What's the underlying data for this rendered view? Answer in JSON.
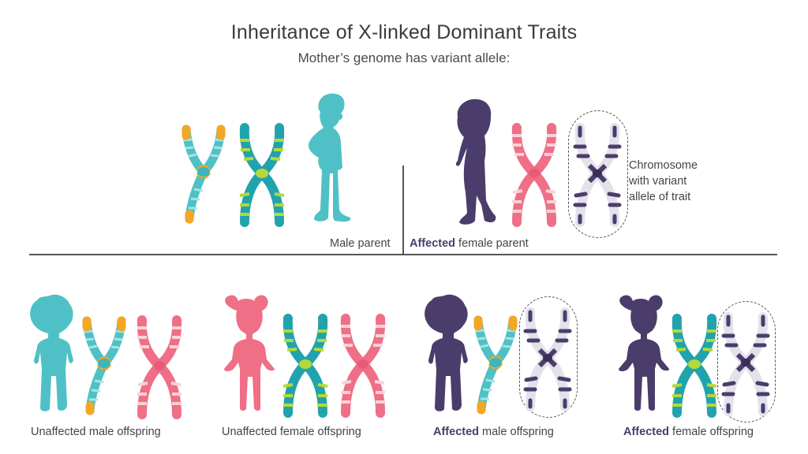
{
  "header": {
    "title": "Inheritance of X-linked Dominant Traits",
    "subtitle": "Mother’s genome has variant allele:"
  },
  "parents": {
    "male": {
      "label": "Male parent",
      "chromosomes": [
        "Y",
        "X"
      ],
      "silhouette": "man-silhouette"
    },
    "female": {
      "label_bold": "Affected",
      "label_rest": " female parent",
      "chromosomes": [
        "X",
        "X-variant"
      ],
      "silhouette": "woman-silhouette"
    }
  },
  "legend": {
    "line1": "Chromosome",
    "line2": "with variant",
    "line3": "allele of trait"
  },
  "offspring": [
    {
      "label_bold": "",
      "label_rest": "Unaffected male offspring",
      "chromosomes": [
        "Y",
        "X-pink"
      ],
      "silhouette": "boy-silhouette"
    },
    {
      "label_bold": "",
      "label_rest": "Unaffected female offspring",
      "chromosomes": [
        "X-teal",
        "X-pink"
      ],
      "silhouette": "girl-silhouette"
    },
    {
      "label_bold": "Affected",
      "label_rest": " male offspring",
      "chromosomes": [
        "Y",
        "X-variant"
      ],
      "silhouette": "boy-silhouette"
    },
    {
      "label_bold": "Affected",
      "label_rest": " female offspring",
      "chromosomes": [
        "X-teal",
        "X-variant"
      ],
      "silhouette": "girl-silhouette"
    }
  ],
  "colors": {
    "teal": "#4fc1c6",
    "teal_dark": "#21a3ae",
    "lime": "#b5d93a",
    "orange": "#f5a623",
    "pink": "#ee6f86",
    "pink_light": "#f7c6cf",
    "purple": "#4a3d6b",
    "purple_light": "#e3e1ea",
    "line": "#55555c"
  }
}
